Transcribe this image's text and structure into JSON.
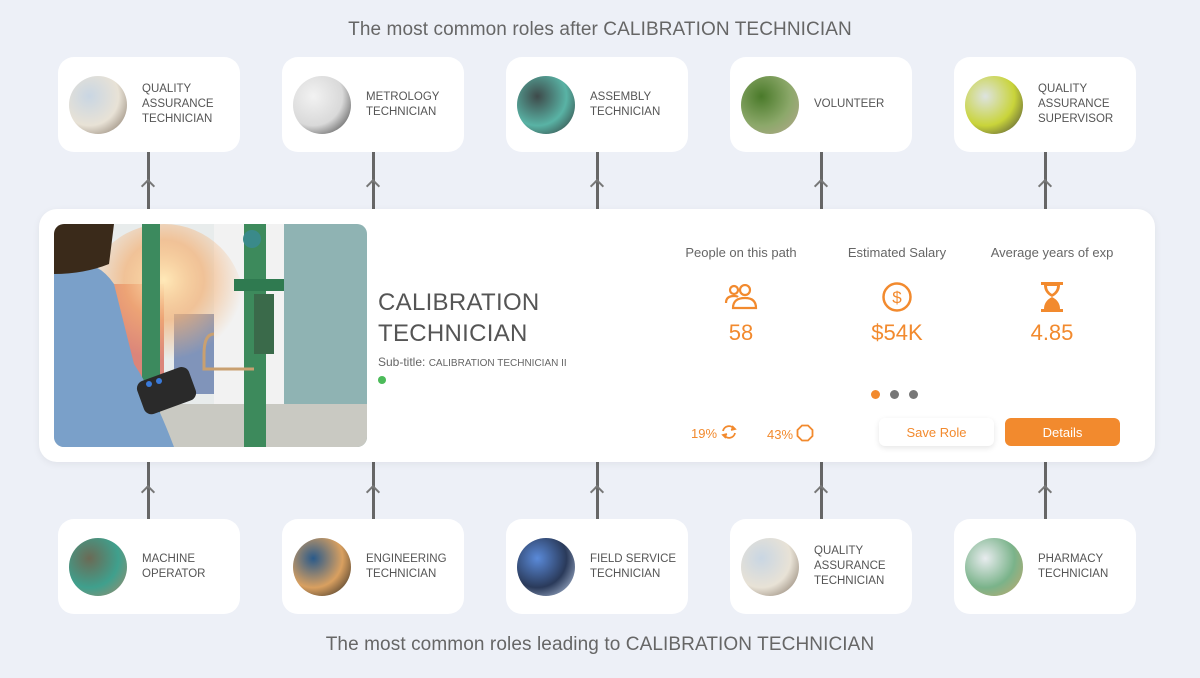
{
  "headings": {
    "top": "The most common roles after CALIBRATION TECHNICIAN",
    "bottom": "The most common roles leading to CALIBRATION TECHNICIAN"
  },
  "next_roles": [
    {
      "label": "QUALITY ASSURANCE TECHNICIAN",
      "thumb_colors": [
        "#c9d6e3",
        "#e8e2d6",
        "#7a6a5a"
      ]
    },
    {
      "label": "METROLOGY TECHNICIAN",
      "thumb_colors": [
        "#f2f2f2",
        "#d9d9d9",
        "#2a2a2a"
      ]
    },
    {
      "label": "ASSEMBLY TECHNICIAN",
      "thumb_colors": [
        "#3e4a4a",
        "#59b3a5",
        "#2c2c2c"
      ]
    },
    {
      "label": "VOLUNTEER",
      "thumb_colors": [
        "#4a7a2a",
        "#8ca86a",
        "#b8a890"
      ]
    },
    {
      "label": "QUALITY ASSURANCE SUPERVISOR",
      "thumb_colors": [
        "#dde3e0",
        "#c9d43a",
        "#3a3a3a"
      ]
    }
  ],
  "previous_roles": [
    {
      "label": "MACHINE OPERATOR",
      "thumb_colors": [
        "#6b6a55",
        "#3fa08d",
        "#a88a6a"
      ]
    },
    {
      "label": "ENGINEERING TECHNICIAN",
      "thumb_colors": [
        "#2a5a8a",
        "#d9a060",
        "#1a1a1a"
      ]
    },
    {
      "label": "FIELD SERVICE TECHNICIAN",
      "thumb_colors": [
        "#5a8ad9",
        "#2a3a5a",
        "#c9d9f2"
      ]
    },
    {
      "label": "QUALITY ASSURANCE TECHNICIAN",
      "thumb_colors": [
        "#c9d6e3",
        "#e8e2d6",
        "#7a6a5a"
      ]
    },
    {
      "label": "PHARMACY TECHNICIAN",
      "thumb_colors": [
        "#e8ecef",
        "#7ab38a",
        "#c9a86a"
      ]
    }
  ],
  "current_role": {
    "title": "CALIBRATION TECHNICIAN",
    "subtitle_label": "Sub-title:",
    "subtitle_value": "CALIBRATION TECHNICIAN II",
    "status_color": "#4cbb5a"
  },
  "stats": [
    {
      "label": "People on this path",
      "icon": "people-icon",
      "value": "58"
    },
    {
      "label": "Estimated Salary",
      "icon": "dollar-circle-icon",
      "value": "$54K"
    },
    {
      "label": "Average years of exp",
      "icon": "hourglass-icon",
      "value": "4.85"
    }
  ],
  "pagination": {
    "total": 3,
    "active": 0
  },
  "metrics": [
    {
      "value": "19%",
      "icon": "refresh-icon"
    },
    {
      "value": "43%",
      "icon": "octagon-icon"
    }
  ],
  "buttons": {
    "save_role": "Save Role",
    "details": "Details"
  },
  "colors": {
    "accent": "#f28a2e",
    "background": "#edf0f7",
    "connector": "#666666"
  }
}
